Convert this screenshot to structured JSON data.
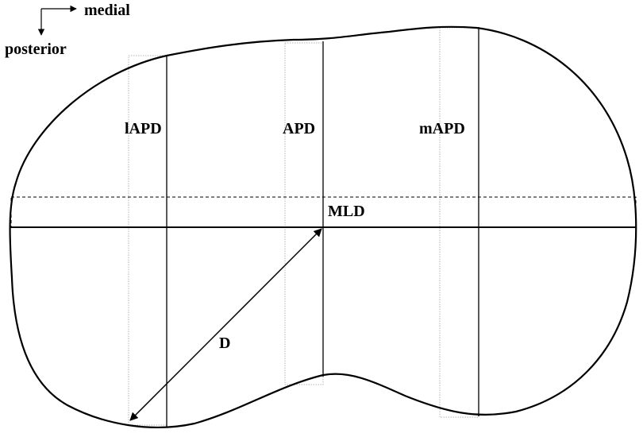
{
  "orientation": {
    "medial_label": "medial",
    "posterior_label": "posterior"
  },
  "labels": {
    "lapd": "lAPD",
    "apd": "APD",
    "mapd": "mAPD",
    "mld": "MLD",
    "d": "D"
  },
  "colors": {
    "outline": "#000000",
    "guide": "#b0b0b0",
    "background": "#ffffff"
  }
}
